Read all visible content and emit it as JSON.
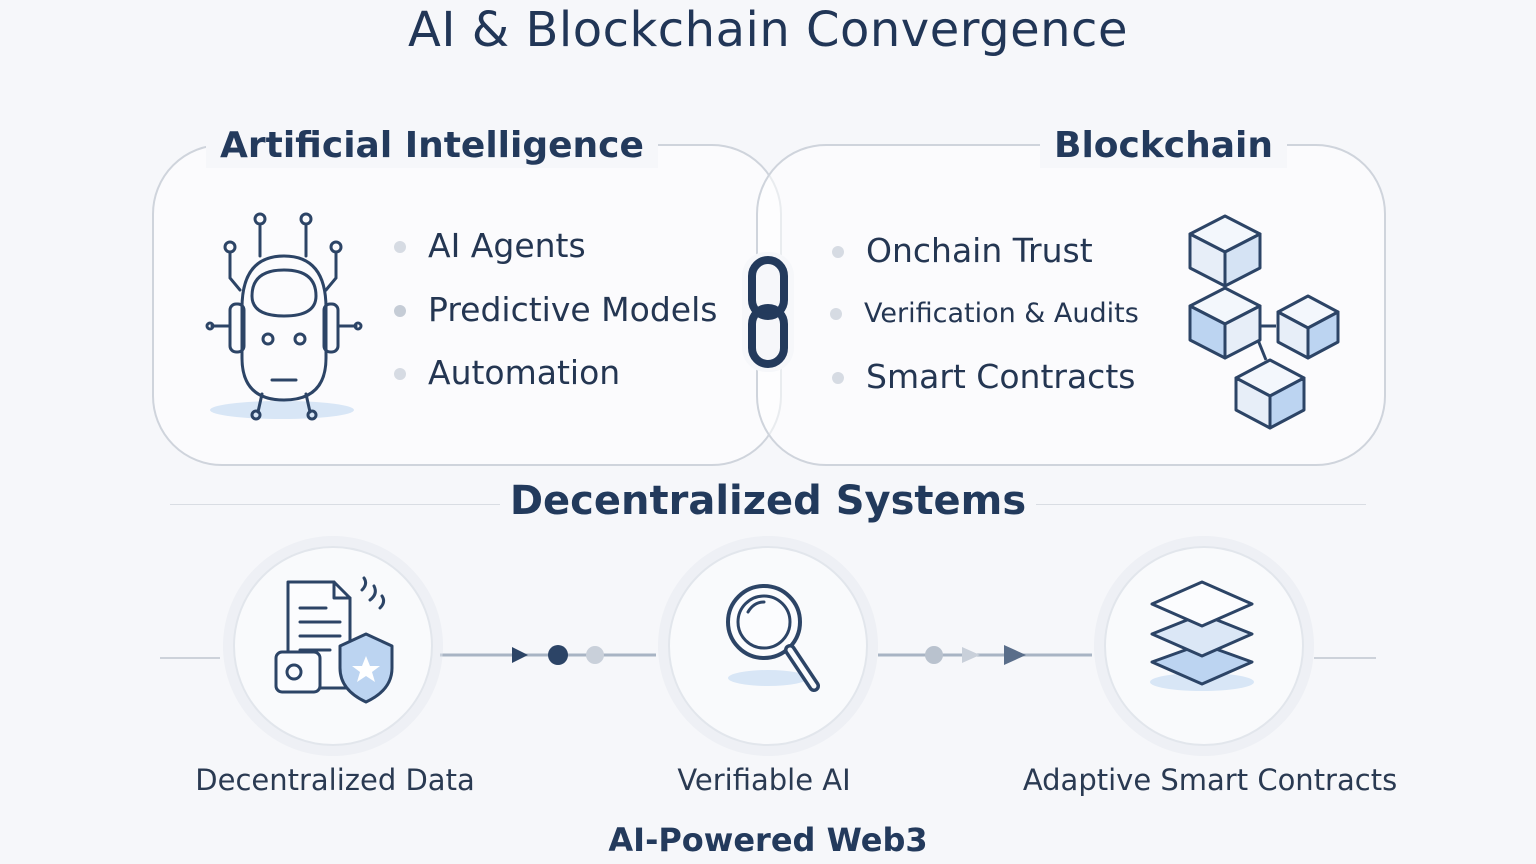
{
  "title": "AI & Blockchain Convergence",
  "ai_panel": {
    "title": "Artificial Intelligence",
    "items": [
      {
        "label": "AI Agents"
      },
      {
        "label": "Predictive Models"
      },
      {
        "label": "Automation"
      }
    ],
    "icon": "robot-icon"
  },
  "link_icon": "chain-link-icon",
  "blockchain_panel": {
    "title": "Blockchain",
    "items": [
      {
        "label": "Onchain Trust"
      },
      {
        "label": "Verification & Audits"
      },
      {
        "label": "Smart Contracts"
      }
    ],
    "icon": "blocks-icon"
  },
  "section": {
    "title": "Decentralized Systems",
    "nodes": [
      {
        "label": "Decentralized Data",
        "icon": "document-shield-icon"
      },
      {
        "label": "Verifiable AI",
        "icon": "magnifier-icon"
      },
      {
        "label": "Adaptive Smart Contracts",
        "icon": "layers-icon"
      }
    ]
  },
  "footer": "AI-Powered Web3",
  "colors": {
    "primary": "#223a5c",
    "accent_blue": "#bfd6f2",
    "panel_border": "#cfd4dc",
    "background": "#f6f7fa"
  }
}
